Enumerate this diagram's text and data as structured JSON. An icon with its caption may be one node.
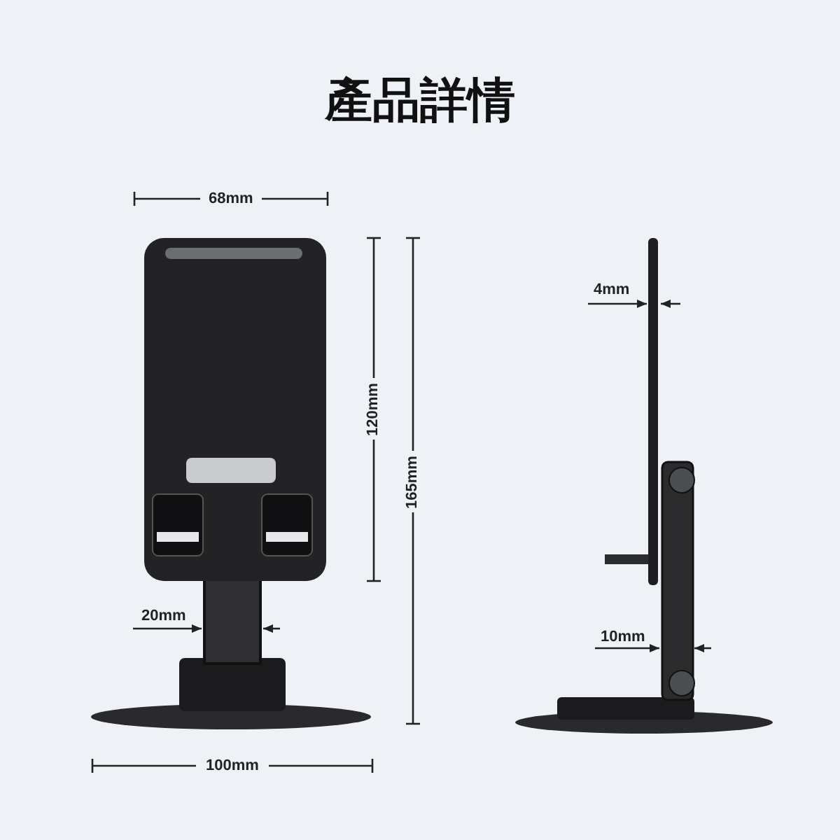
{
  "diagram": {
    "title": "產品詳情",
    "labels": [
      "68mm",
      "4mm",
      "120mm",
      "165mm",
      "20mm",
      "10mm",
      "100mm"
    ]
  }
}
